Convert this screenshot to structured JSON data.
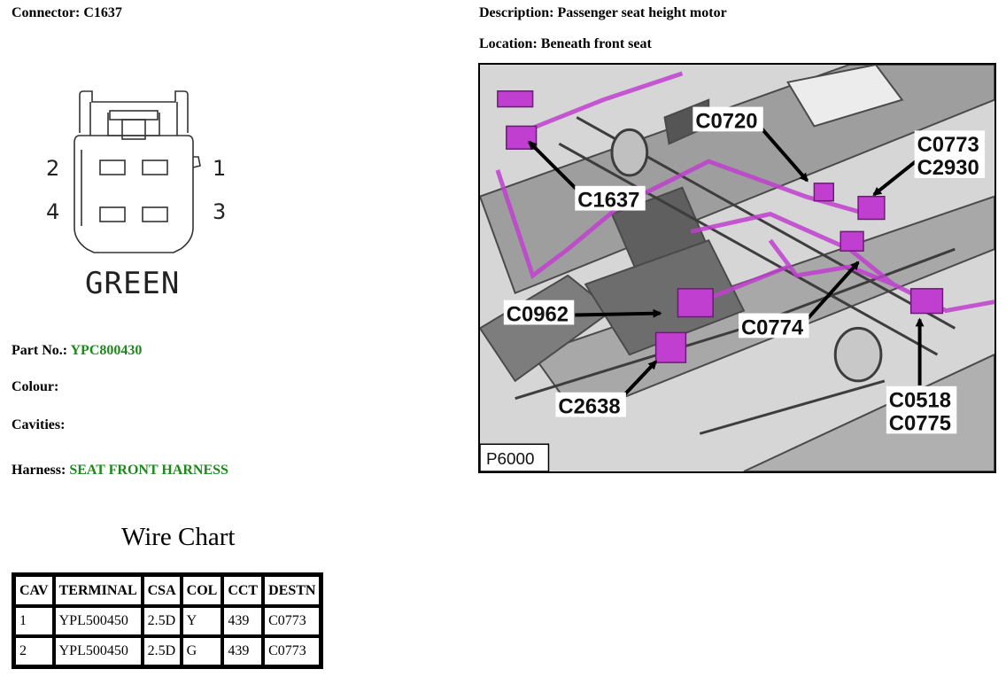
{
  "connector": {
    "label": "Connector:",
    "value": "C1637"
  },
  "description": {
    "label": "Description:",
    "value": "Passenger seat height motor"
  },
  "location": {
    "label": "Location:",
    "value": "Beneath front seat"
  },
  "diagram": {
    "pins": {
      "p1": "1",
      "p2": "2",
      "p3": "3",
      "p4": "4"
    },
    "color_label": "GREEN"
  },
  "part_no": {
    "label": "Part No.:",
    "value": "YPC800430"
  },
  "colour": {
    "label": "Colour:"
  },
  "cavities": {
    "label": "Cavities:"
  },
  "harness": {
    "label": "Harness:",
    "value": "SEAT FRONT HARNESS"
  },
  "photo": {
    "callouts": {
      "c0720": "C0720",
      "c0773": "C0773",
      "c2930": "C2930",
      "c1637": "C1637",
      "c0962": "C0962",
      "c0774": "C0774",
      "c2638": "C2638",
      "c0518": "C0518",
      "c0775": "C0775"
    },
    "figure_id": "P6000",
    "connector_color": "#c13fd0"
  },
  "wire_chart": {
    "title": "Wire Chart",
    "headers": [
      "CAV",
      "TERMINAL",
      "CSA",
      "COL",
      "CCT",
      "DESTN"
    ],
    "rows": [
      [
        "1",
        "YPL500450",
        "2.5D",
        "Y",
        "439",
        "C0773"
      ],
      [
        "2",
        "YPL500450",
        "2.5D",
        "G",
        "439",
        "C0773"
      ]
    ]
  },
  "colors": {
    "value_green": "#1a8a1a"
  }
}
